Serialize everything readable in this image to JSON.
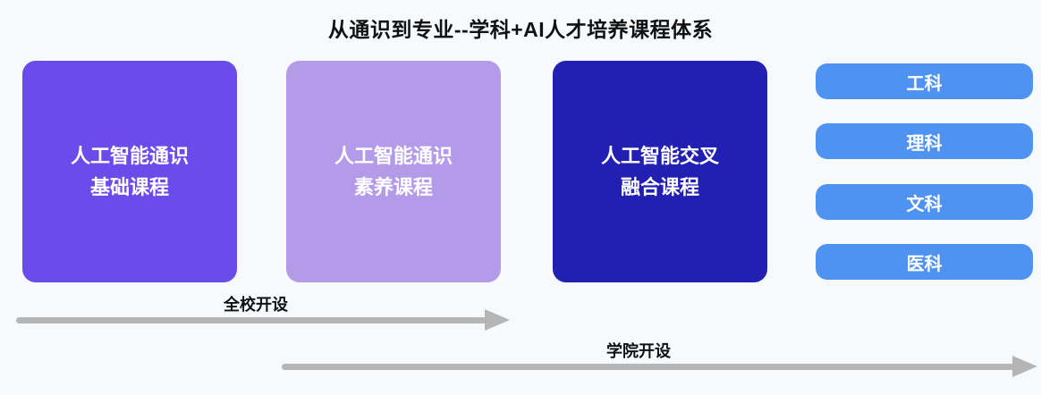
{
  "title": "从通识到专业--学科+AI人才培养课程体系",
  "cards": [
    {
      "line1": "人工智能通识",
      "line2": "基础课程",
      "color": "#6b4bea"
    },
    {
      "line1": "人工智能通识",
      "line2": "素养课程",
      "color": "#b49be9"
    },
    {
      "line1": "人工智能交叉",
      "line2": "融合课程",
      "color": "#2220b2"
    }
  ],
  "pills": [
    {
      "label": "工科",
      "color": "#4f93f2"
    },
    {
      "label": "理科",
      "color": "#4f93f2"
    },
    {
      "label": "文科",
      "color": "#4f93f2"
    },
    {
      "label": "医科",
      "color": "#4f93f2"
    }
  ],
  "arrows": [
    {
      "label": "全校开设",
      "color": "#b5b5b5"
    },
    {
      "label": "学院开设",
      "color": "#b5b5b5"
    }
  ]
}
